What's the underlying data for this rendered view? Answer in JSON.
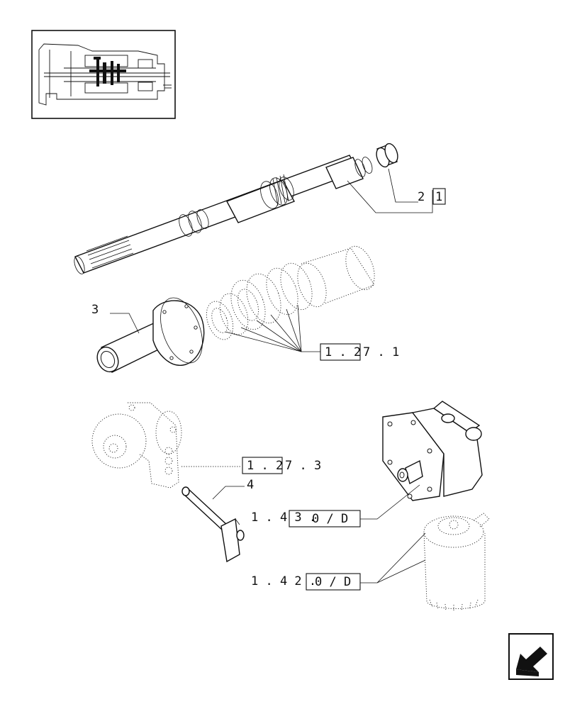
{
  "callouts": {
    "c2": "2",
    "c2_box": "1",
    "c3": "3",
    "c4": "4",
    "ref_a_boxed": "1 . 2",
    "ref_a_rest": "7 . 1",
    "ref_b_boxed": "1 . 2",
    "ref_b_rest": "7 . 3",
    "ref_c_pre": "1 . 4 3 .",
    "ref_c_boxed": "0 / D",
    "ref_d_pre": "1 . 4 2 .",
    "ref_d_boxed": "0 / D"
  },
  "icons": {
    "thumbnail": "transmission-section-thumbnail",
    "nav": "previous-page-arrow-icon"
  },
  "colors": {
    "ink": "#111111",
    "background": "#ffffff"
  }
}
